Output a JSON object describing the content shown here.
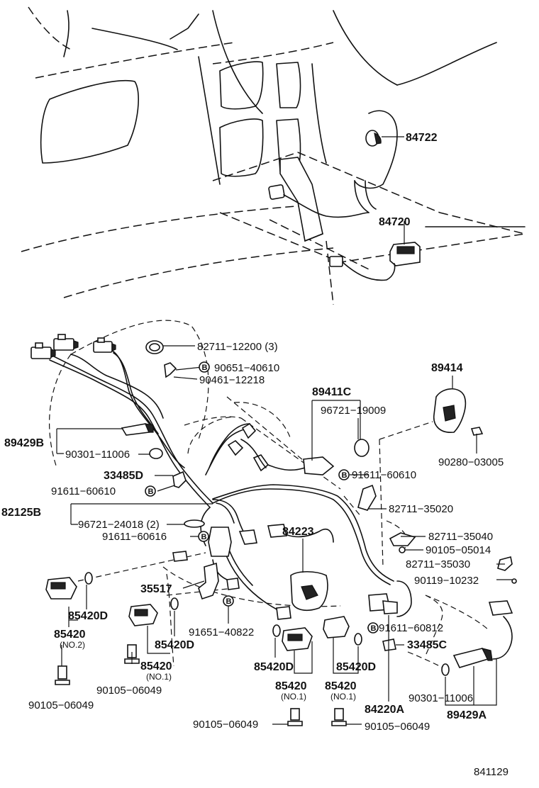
{
  "labels": {
    "p84722": "84722",
    "p84720": "84720",
    "p82711_12200": "82711−12200 (3)",
    "p90651_40610": "90651−40610",
    "p90461_12218": "90461−12218",
    "p89414": "89414",
    "p89411C": "89411C",
    "p96721_19009": "96721−19009",
    "p89429B": "89429B",
    "p90301_11006a": "90301−11006",
    "p90280_03005": "90280−03005",
    "p33485D": "33485D",
    "p91611_60610a": "91611−60610",
    "p91611_60610b": "91611−60610",
    "p82125B": "82125B",
    "p96721_24018": "96721−24018 (2)",
    "p82711_35020": "82711−35020",
    "p91611_60616": "91611−60616",
    "p84223": "84223",
    "p82711_35040": "82711−35040",
    "p90105_05014": "90105−05014",
    "p82711_35030": "82711−35030",
    "p90119_10232": "90119−10232",
    "p35517": "35517",
    "p85420D_a": "85420D",
    "p85420_a": "85420",
    "p85420_a_sub": "(NO.2)",
    "p85420D_b": "85420D",
    "p85420_b": "85420",
    "p85420_b_sub": "(NO.1)",
    "p91651_40822": "91651−40822",
    "p91611_60812": "91611−60812",
    "p33485C": "33485C",
    "p85420D_c": "85420D",
    "p85420D_d": "85420D",
    "p85420_c": "85420",
    "p85420_c_sub": "(NO.1)",
    "p85420_d": "85420",
    "p85420_d_sub": "(NO.1)",
    "p90301_11006b": "90301−11006",
    "p84220A": "84220A",
    "p89429A": "89429A",
    "p90105_06049a": "90105−06049",
    "p90105_06049b": "90105−06049",
    "p90105_06049c": "90105−06049",
    "p90105_06049d": "90105−06049",
    "figure_code": "841129",
    "bolt_mark": "B"
  }
}
